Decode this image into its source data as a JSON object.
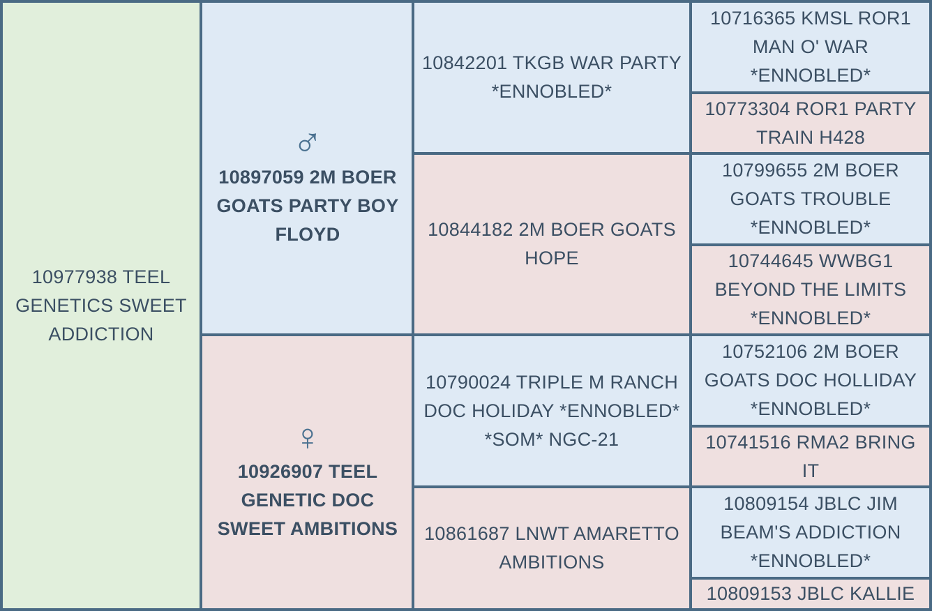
{
  "subject": {
    "name": "10977938 TEEL GENETICS SWEET ADDICTION"
  },
  "sire": {
    "symbol": "♂",
    "name": "10897059 2M BOER GOATS PARTY BOY FLOYD"
  },
  "dam": {
    "symbol": "♀",
    "name": "10926907 TEEL GENETIC DOC SWEET AMBITIONS"
  },
  "sire_sire": {
    "name": "10842201 TKGB WAR PARTY *ENNOBLED*"
  },
  "sire_dam": {
    "name": "10844182 2M BOER GOATS HOPE"
  },
  "dam_sire": {
    "name": "10790024 TRIPLE M RANCH DOC HOLIDAY *ENNOBLED* *SOM* NGC-21"
  },
  "dam_dam": {
    "name": "10861687 LNWT AMARETTO AMBITIONS"
  },
  "sire_sire_sire": {
    "name": "10716365 KMSL ROR1 MAN O' WAR *ENNOBLED*"
  },
  "sire_sire_dam": {
    "name": "10773304 ROR1 PARTY TRAIN H428"
  },
  "sire_dam_sire": {
    "name": "10799655 2M BOER GOATS TROUBLE *ENNOBLED*"
  },
  "sire_dam_dam": {
    "name": "10744645 WWBG1 BEYOND THE LIMITS *ENNOBLED*"
  },
  "dam_sire_sire": {
    "name": "10752106 2M BOER GOATS DOC HOLLIDAY *ENNOBLED*"
  },
  "dam_sire_dam": {
    "name": "10741516 RMA2 BRING IT"
  },
  "dam_dam_sire": {
    "name": "10809154 JBLC JIM BEAM'S ADDICTION *ENNOBLED*"
  },
  "dam_dam_dam": {
    "name": "10809153 JBLC KALLIE"
  },
  "colors": {
    "subject_bg": "#e1efdc",
    "male_bg": "#dfeaf5",
    "female_bg": "#efe0e0",
    "border": "#4a6a84",
    "text": "#3b4f63",
    "symbol": "#4a7190"
  }
}
